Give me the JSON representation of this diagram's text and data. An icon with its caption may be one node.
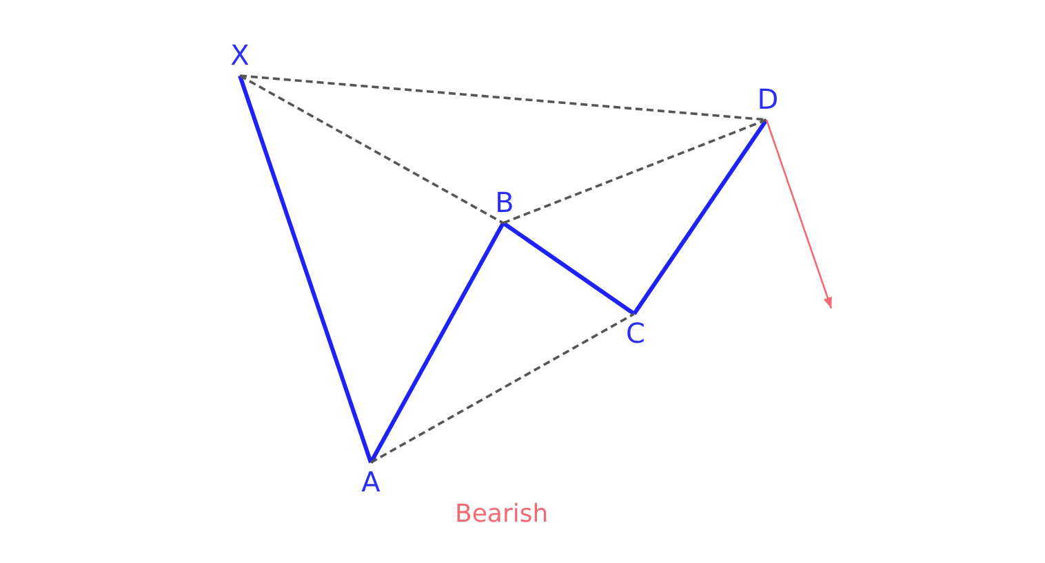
{
  "diagram": {
    "nodes": [
      {
        "text": [
          "X"
        ]
      },
      {
        "text": [
          "A"
        ]
      },
      {
        "text": [
          "B"
        ]
      },
      {
        "text": [
          "C"
        ]
      },
      {
        "text": [
          "D"
        ]
      }
    ],
    "edges": [
      {
        "from": 0,
        "to": 1,
        "arrow": "none",
        "color": "#1f22f5"
      },
      {
        "from": 1,
        "to": 2,
        "arrow": "none",
        "color": "#1f22f5"
      },
      {
        "from": 2,
        "to": 3,
        "arrow": "none",
        "color": "#1f22f5"
      },
      {
        "from": 3,
        "to": 4,
        "arrow": "none",
        "color": "#1f22f5"
      },
      {
        "from": 0,
        "to": 4,
        "arrow": "none",
        "style": "dashed",
        "color": "#555555"
      },
      {
        "from": 0,
        "to": 2,
        "arrow": "none",
        "style": "dashed",
        "color": "#555555"
      },
      {
        "from": 2,
        "to": 4,
        "arrow": "none",
        "style": "dashed",
        "color": "#555555"
      },
      {
        "from": 1,
        "to": 3,
        "arrow": "none",
        "style": "dashed",
        "color": "#555555"
      },
      {
        "from": 4,
        "to": null,
        "arrow": "to",
        "color": "#f26a74"
      }
    ],
    "labels": [
      "Bearish"
    ]
  }
}
